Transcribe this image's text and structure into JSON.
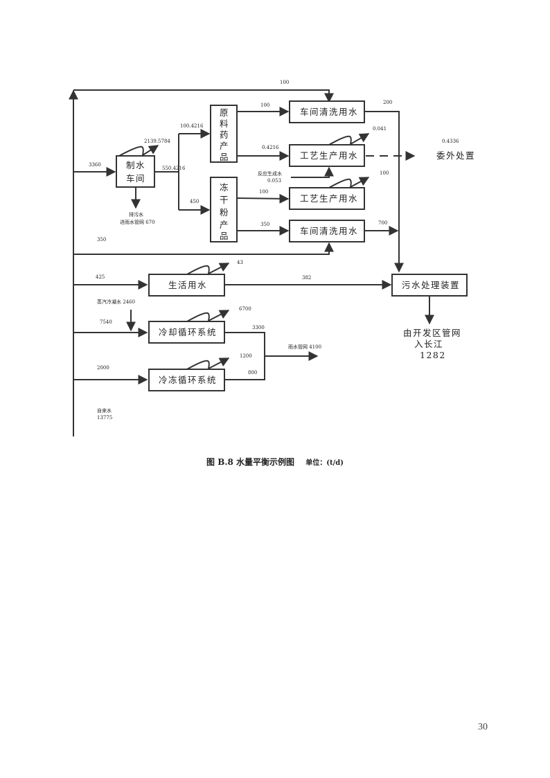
{
  "diagram": {
    "title": "图 B.8  水量平衡示例图",
    "unit": "单位：(t/d)",
    "nodes": {
      "water_plant": [
        "制水",
        "车间"
      ],
      "api_product": [
        "原",
        "料",
        "药",
        "产",
        "品"
      ],
      "lyo_product": [
        "冻",
        "干",
        "粉",
        "产",
        "品"
      ],
      "wash1": "车间清洗用水",
      "process1": "工艺生产用水",
      "process2": "工艺生产用水",
      "wash2": "车间清洗用水",
      "domestic": "生活用水",
      "cooling": "冷却循环系统",
      "freezing": "冷冻循环系统",
      "wwtp": "污水处理装置",
      "outsourced": "委外处置",
      "discharge": [
        "由开发区管网",
        "入长江",
        "1282"
      ]
    },
    "flows": {
      "top_100": "100",
      "water_plant_in": "3360",
      "water_plant_loss": "2139.5784",
      "water_plant_out": "550.4216",
      "to_api": "100.4216",
      "to_lyo": "450",
      "drain_label_1": "排污水",
      "drain_label_2": "进雨水管网 670",
      "api_to_wash1": "100",
      "api_to_process1": "0.4216",
      "wash1_out": "200",
      "process1_loss": "0.041",
      "outsourced_amount": "0.4336",
      "reaction_water_label": "反应生成水",
      "reaction_water_value": "0.053",
      "lyo_to_process2": "100",
      "process2_loss": "100",
      "lyo_to_wash2": "350",
      "wash2_out": "700",
      "bottom_350": "350",
      "domestic_in": "425",
      "domestic_loss": "43",
      "domestic_out": "382",
      "steam_condensate": "蒸汽冷凝水 2460",
      "cooling_in": "7540",
      "cooling_loss": "6700",
      "cooling_out": "3300",
      "freezing_in": "2000",
      "freezing_loss": "1200",
      "freezing_out": "800",
      "rainwater": "雨水管网 4100",
      "tap_water_label": "自来水",
      "tap_water_value": "13775"
    }
  },
  "page_number": "30"
}
